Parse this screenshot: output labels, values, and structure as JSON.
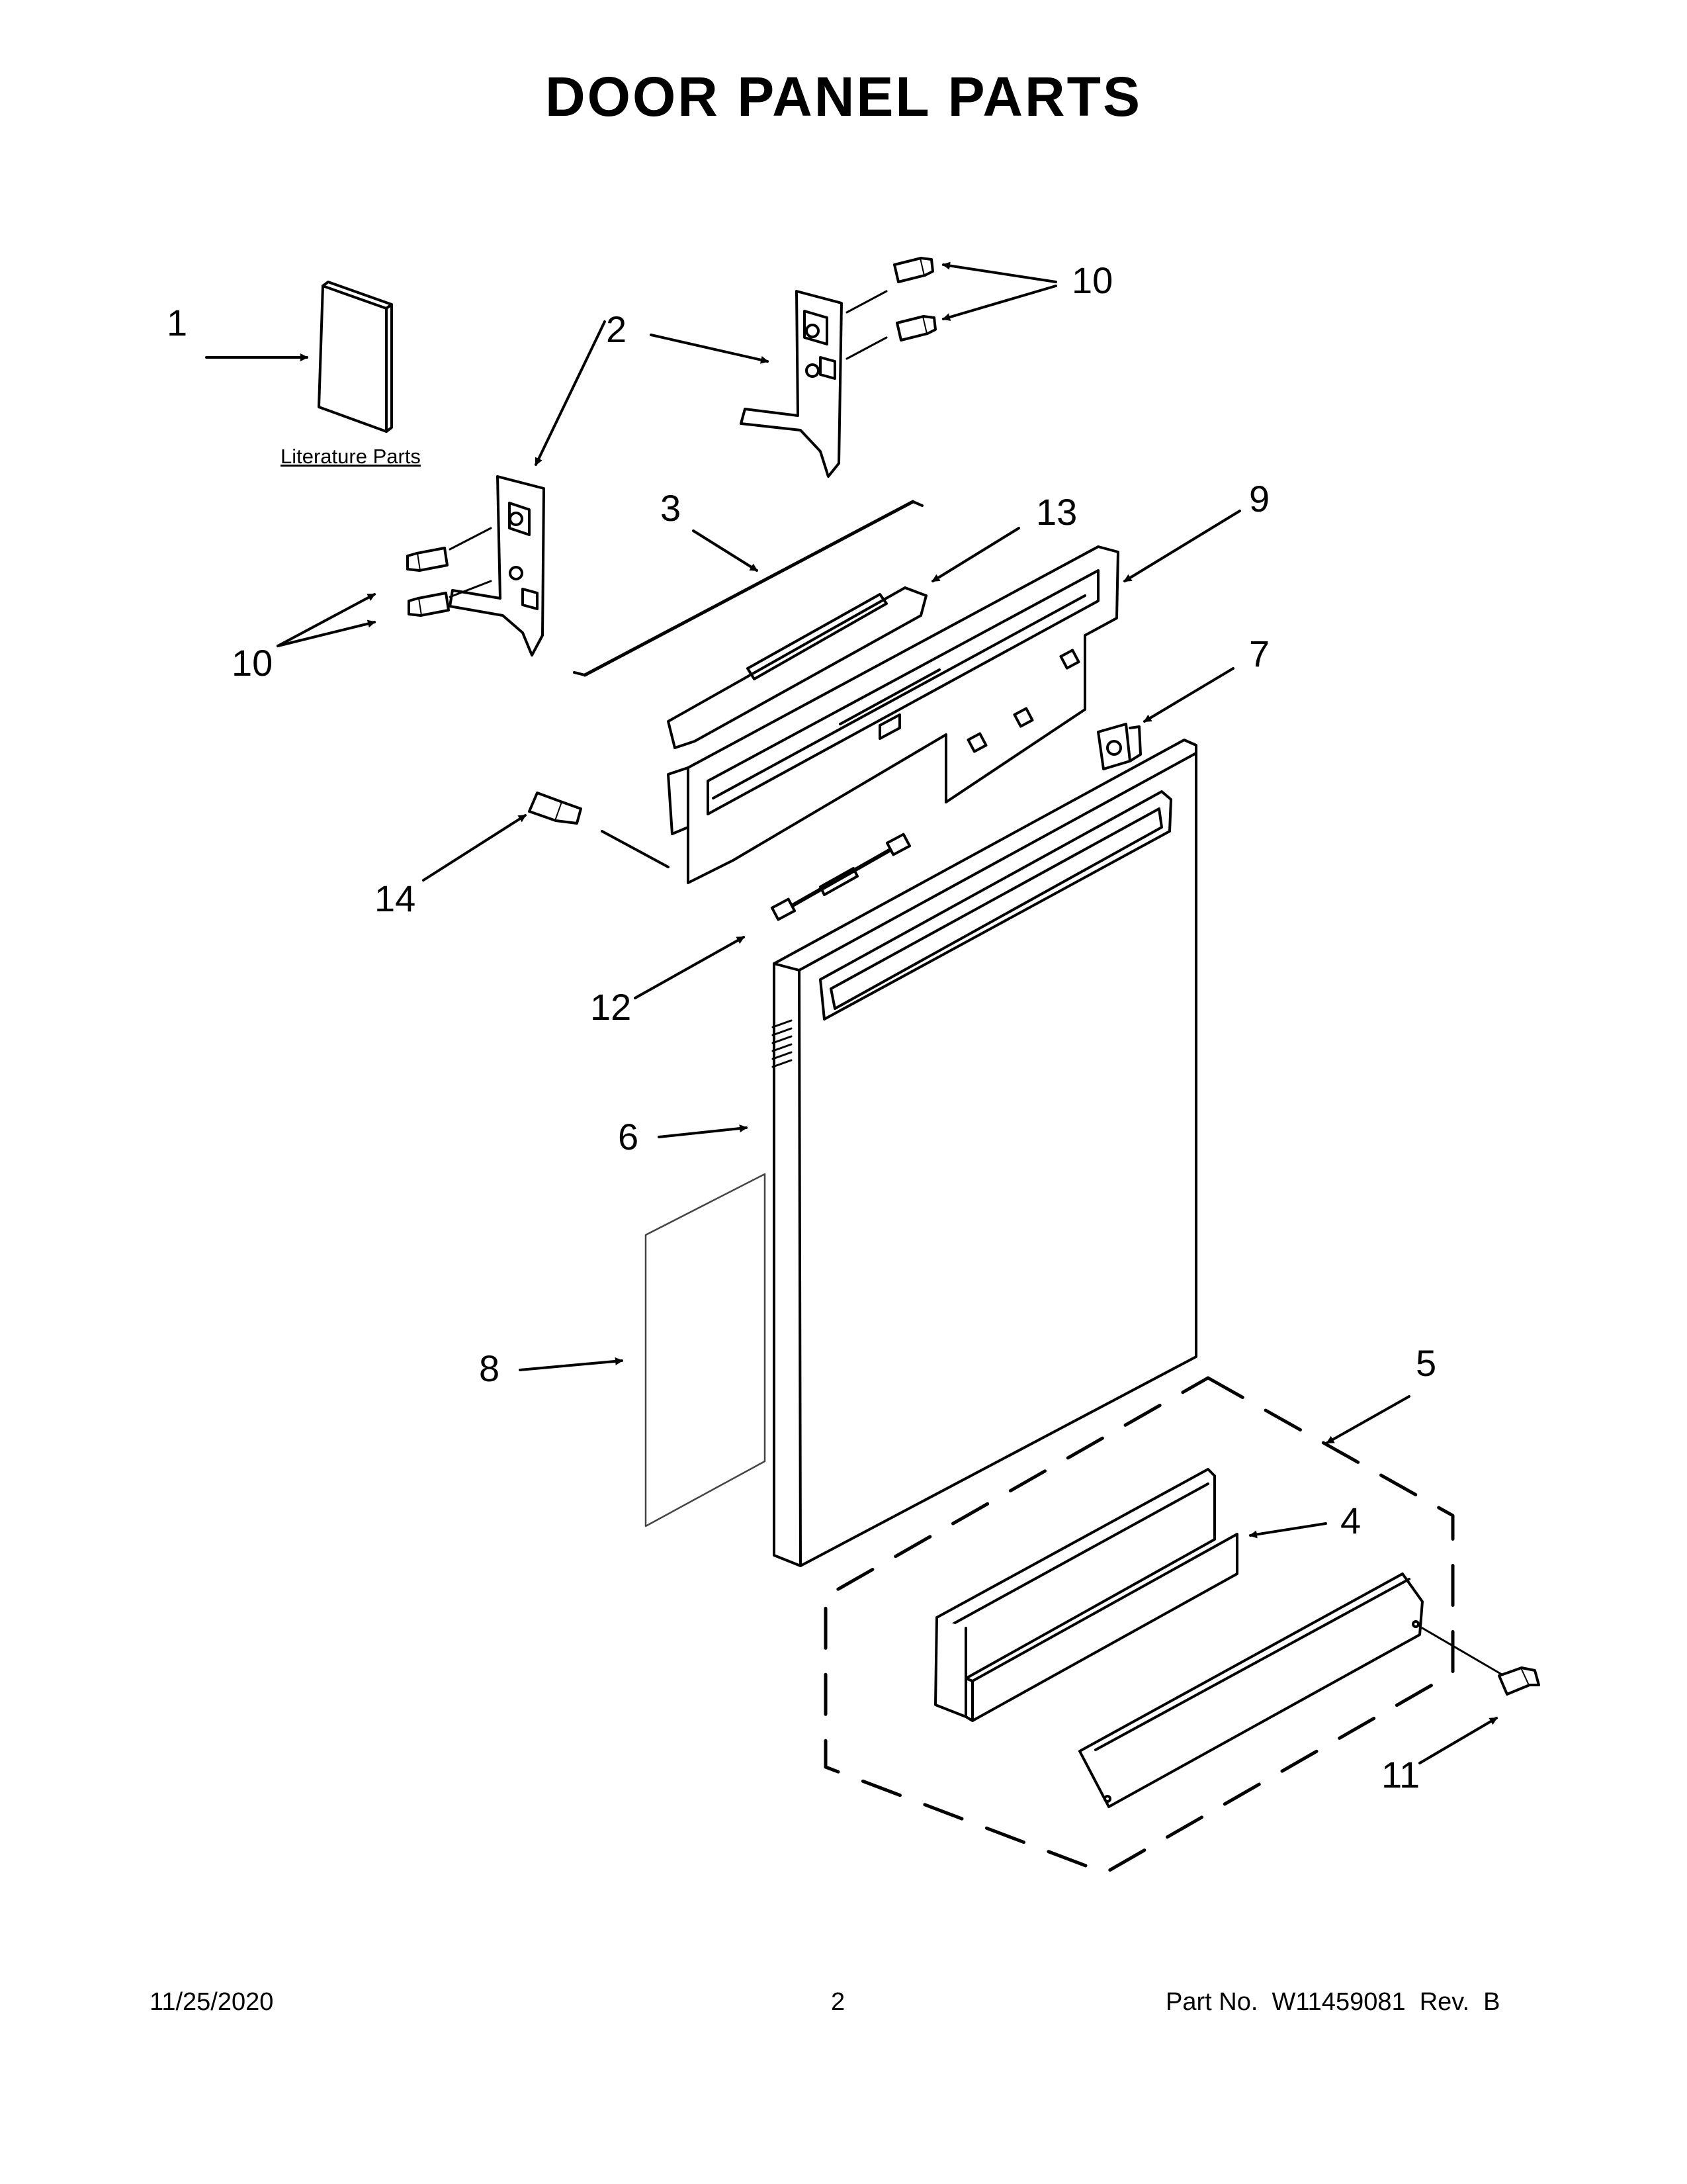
{
  "page": {
    "title": "DOOR PANEL PARTS",
    "literature_label": "Literature Parts"
  },
  "callouts": [
    "1",
    "2",
    "3",
    "4",
    "5",
    "6",
    "7",
    "8",
    "9",
    "10",
    "10",
    "11",
    "12",
    "13",
    "14"
  ],
  "footer": {
    "date": "11/25/2020",
    "page_number": "2",
    "part_number": "Part No.  W11459081  Rev.  B"
  }
}
